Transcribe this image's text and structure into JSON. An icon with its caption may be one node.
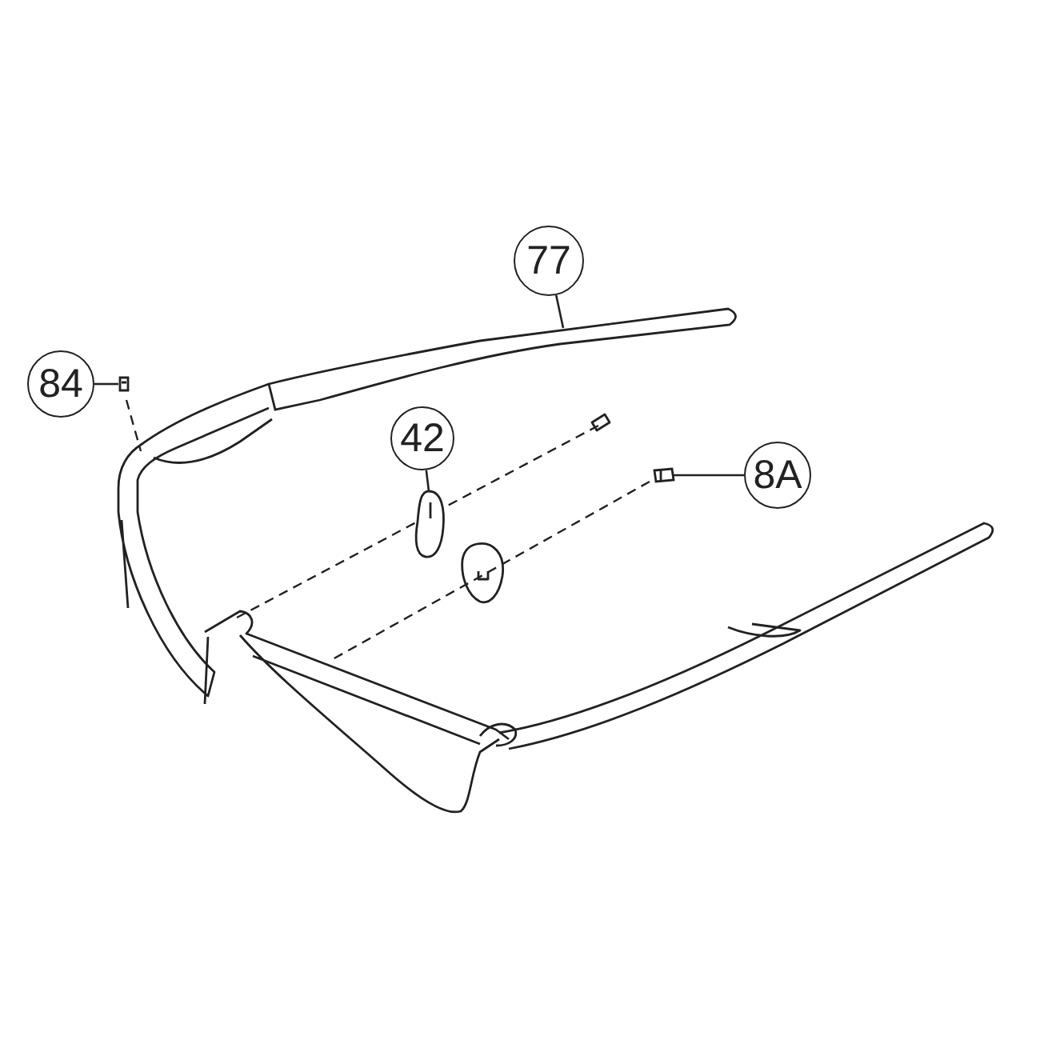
{
  "diagram": {
    "nodes": [
      {
        "text": [
          "77"
        ]
      },
      {
        "text": [
          "84"
        ]
      },
      {
        "text": [
          "42"
        ]
      },
      {
        "text": [
          "8A"
        ]
      },
      {
        "text": [],
        "shape": "picture"
      },
      {
        "text": [],
        "shape": "picture"
      },
      {
        "text": [],
        "shape": "picture"
      },
      {
        "text": [],
        "shape": "picture"
      }
    ],
    "edges": [
      {
        "from": 0,
        "to": 4,
        "arrow": "none"
      },
      {
        "from": 1,
        "to": 5,
        "arrow": "none"
      },
      {
        "from": 2,
        "to": 6,
        "arrow": "none"
      },
      {
        "from": 3,
        "to": 7,
        "arrow": "none"
      }
    ]
  }
}
